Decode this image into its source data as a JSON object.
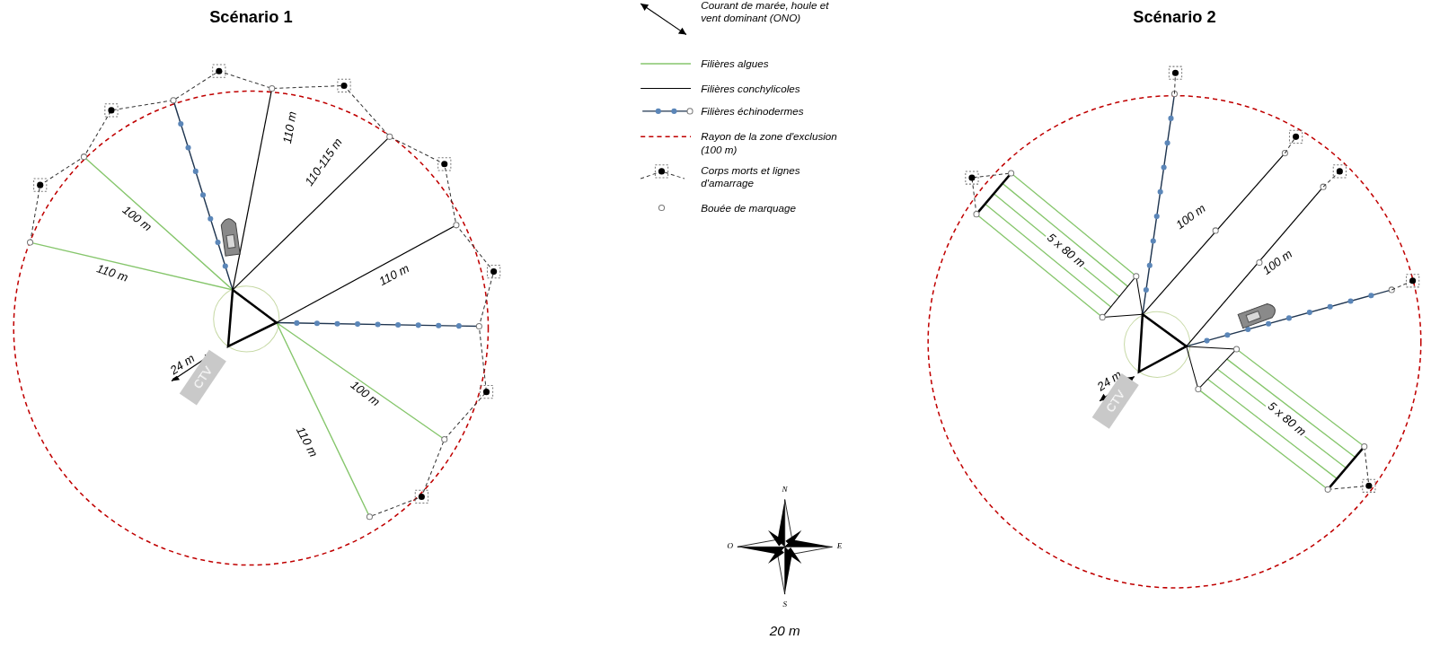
{
  "diagram": {
    "nodes": [
      {
        "text": [
          "CTV"
        ]
      },
      {
        "text": [
          "CTV"
        ]
      }
    ],
    "labels": [
      "Scénario 1",
      "Scénario 2",
      "110 m",
      "110-115 m",
      "110 m",
      "100 m",
      "110 m",
      "100 m",
      "110 m",
      "24 m",
      "100 m",
      "100 m",
      "5 x 80 m",
      "5 x 80 m",
      "24 m",
      "N",
      "E",
      "S",
      "O",
      "20 m"
    ],
    "legend": [
      {
        "text": "Courant de marée, houle et vent dominant (ONO)"
      },
      {
        "text": "Filières algues"
      },
      {
        "text": "Filières conchylicoles"
      },
      {
        "text": "Filières échinodermes"
      },
      {
        "text": "Rayon de la zone d'exclusion (100 m)"
      },
      {
        "text": "Corps morts et lignes d'amarrage"
      },
      {
        "text": "Bouée de marquage"
      }
    ]
  }
}
